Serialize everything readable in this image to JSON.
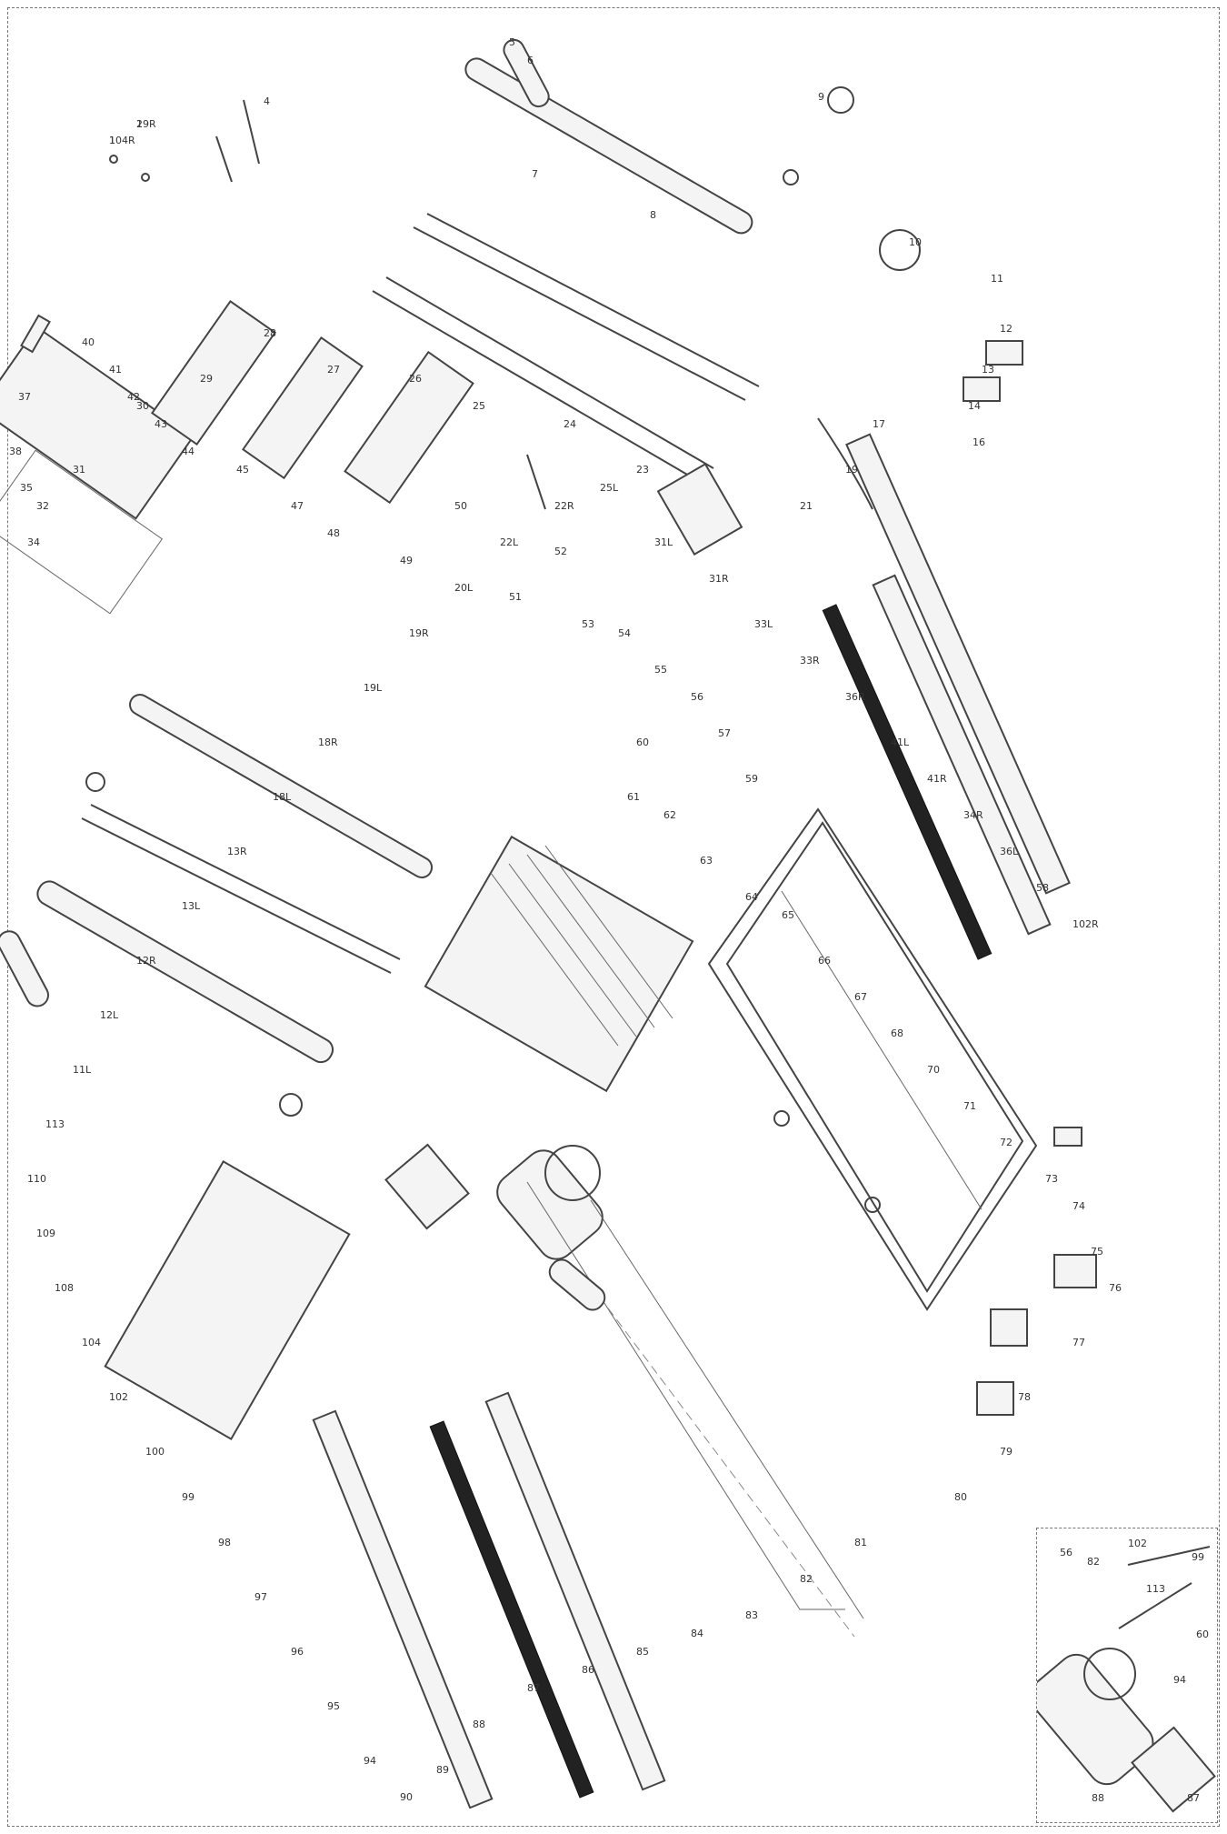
{
  "labels": [
    "1",
    "2",
    "4",
    "5",
    "6",
    "7",
    "8",
    "9",
    "10",
    "11",
    "12",
    "13",
    "14",
    "16",
    "17",
    "19",
    "21",
    "23",
    "24",
    "25",
    "26",
    "27",
    "28",
    "29",
    "30",
    "31",
    "32",
    "34",
    "35",
    "37",
    "38",
    "40",
    "41",
    "42",
    "43",
    "44",
    "45",
    "47",
    "48",
    "49",
    "50",
    "51",
    "52",
    "53",
    "54",
    "55",
    "56",
    "57",
    "59",
    "60",
    "61",
    "62",
    "63",
    "64",
    "65",
    "66",
    "67",
    "68",
    "70",
    "71",
    "72",
    "73",
    "74",
    "75",
    "76",
    "77",
    "78",
    "79",
    "80",
    "81",
    "82",
    "83",
    "84",
    "85",
    "86",
    "87",
    "88",
    "89",
    "90",
    "94",
    "95",
    "96",
    "97",
    "98",
    "99",
    "100",
    "102",
    "104",
    "108",
    "109",
    "110",
    "113",
    "11L",
    "12L",
    "12R",
    "13L",
    "13R",
    "18L",
    "18R",
    "19L",
    "19R",
    "20L",
    "22L",
    "22R",
    "25L",
    "31L",
    "31R",
    "33L",
    "33R",
    "36R",
    "41L",
    "41R",
    "34R",
    "36L",
    "58",
    "102R",
    "104R",
    "19R"
  ]
}
